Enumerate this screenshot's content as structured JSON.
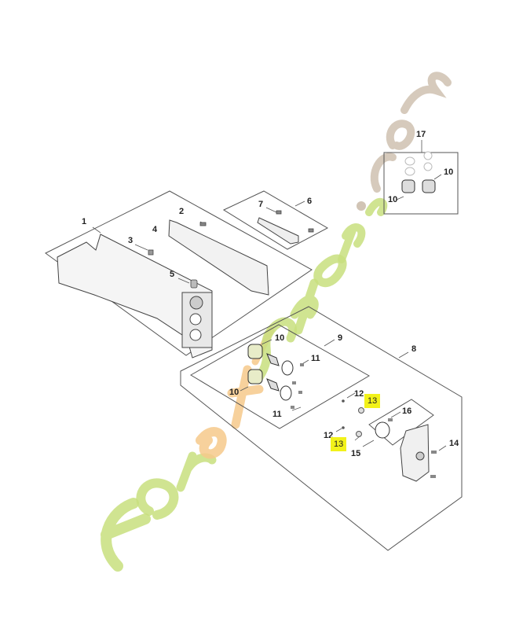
{
  "diagram": {
    "type": "exploded parts diagram",
    "watermark": {
      "part1": "fore",
      "part2": "ti",
      "part3": "sjardin",
      "part4": ".com",
      "colors": {
        "green": "#c8df7e",
        "orange": "#f6c98b",
        "taupe": "#d1c4b5"
      }
    },
    "highlight_color": "#f2f21a",
    "labels": {
      "p1": "1",
      "p2": "2",
      "p3": "3",
      "p4": "4",
      "p5": "5",
      "p6": "6",
      "p7": "7",
      "p8": "8",
      "p9": "9",
      "p10a": "10",
      "p10b": "10",
      "p10c": "10",
      "p10d": "10",
      "p11a": "11",
      "p11b": "11",
      "p12a": "12",
      "p12b": "12",
      "p13a": "13",
      "p13b": "13",
      "p14": "14",
      "p15": "15",
      "p16": "16",
      "p17": "17"
    }
  }
}
